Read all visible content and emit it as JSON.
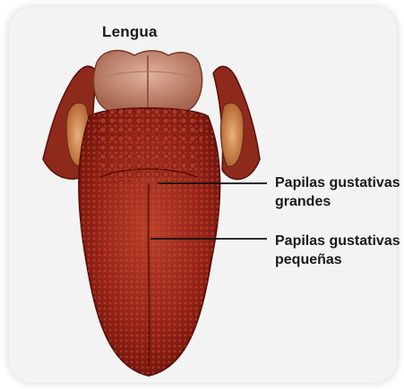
{
  "title": "Lengua",
  "labels": {
    "large_papillae": {
      "line1": "Papilas gustativas",
      "line2": "grandes"
    },
    "small_papillae": {
      "line1": "Papilas gustativas",
      "line2": "pequeñas"
    }
  },
  "colors": {
    "tongue_main": "#9a2418",
    "tongue_dark": "#6e140c",
    "epiglottis": "#c9907a",
    "background": "#f3f3f3"
  }
}
